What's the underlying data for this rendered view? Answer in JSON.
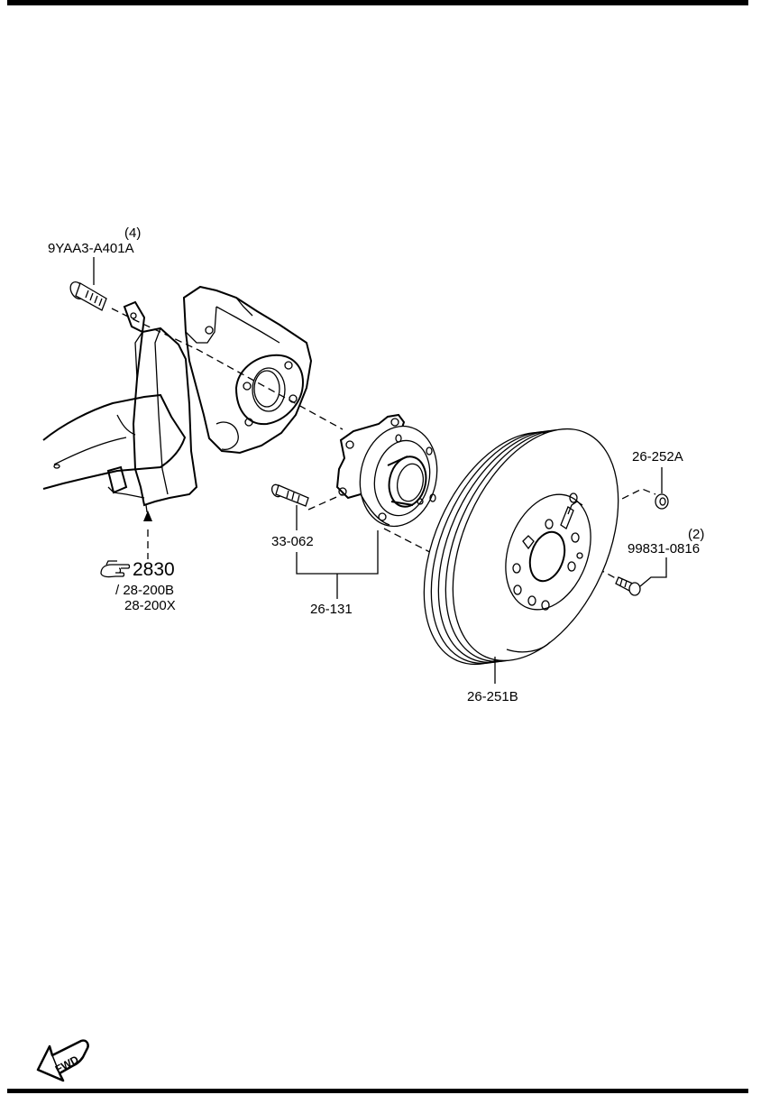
{
  "callouts": {
    "bolt_qty": "(4)",
    "bolt_part": "9YAA3-A401A",
    "ref_number": "2830",
    "ref_sub1": "/ 28-200B",
    "ref_sub2": "28-200X",
    "hub_bolt_part": "33-062",
    "hub_assembly_part": "26-131",
    "nut_part": "26-252A",
    "screw_qty": "(2)",
    "screw_part": "99831-0816",
    "disc_part": "26-251B"
  },
  "fwd_arrow": {
    "label": "FWD"
  }
}
